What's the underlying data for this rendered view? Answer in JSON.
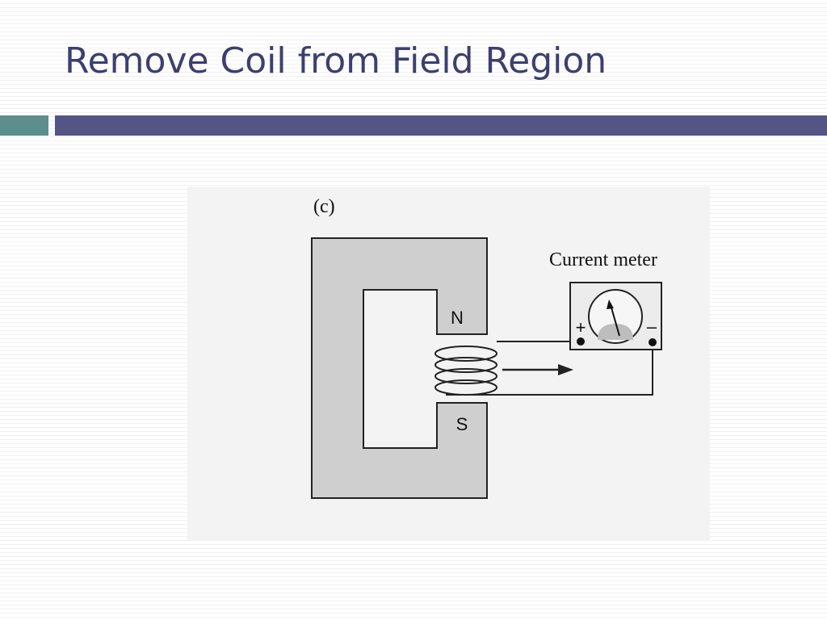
{
  "slide": {
    "title": "Remove Coil from Field Region"
  },
  "figure": {
    "panel_label": "(c)",
    "meter_label": "Current meter",
    "pole_north": "N",
    "pole_south": "S",
    "terminal_positive": "+",
    "terminal_negative": "–"
  },
  "colors": {
    "title_text": "#3d3f6e",
    "bar_accent": "#5b8e8c",
    "bar_main": "#545485",
    "magnet_fill": "#cfcfcf"
  }
}
